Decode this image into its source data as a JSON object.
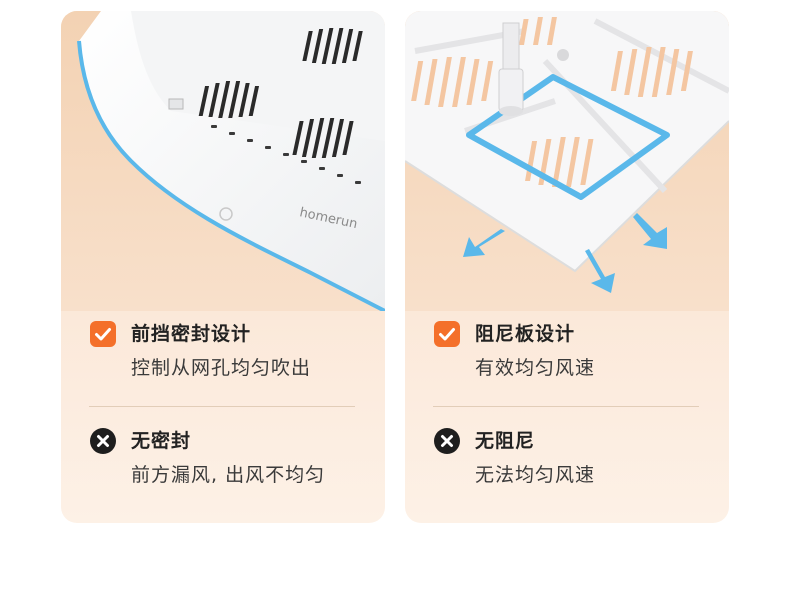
{
  "left_card": {
    "brand_text": "homerun",
    "pro": {
      "title": "前挡密封设计",
      "desc": "控制从网孔均匀吹出"
    },
    "con": {
      "title": "无密封",
      "desc": "前方漏风, 出风不均匀"
    }
  },
  "right_card": {
    "pro": {
      "title": "阻尼板设计",
      "desc": "有效均匀风速"
    },
    "con": {
      "title": "无阻尼",
      "desc": "无法均匀风速"
    }
  },
  "colors": {
    "check_badge": "#f4702a",
    "cross_badge": "#1e1e1e",
    "accent_blue": "#5ab8ea",
    "card_bg": "#fae6d4"
  },
  "icons": {
    "pro": "check-icon",
    "con": "cross-icon"
  }
}
